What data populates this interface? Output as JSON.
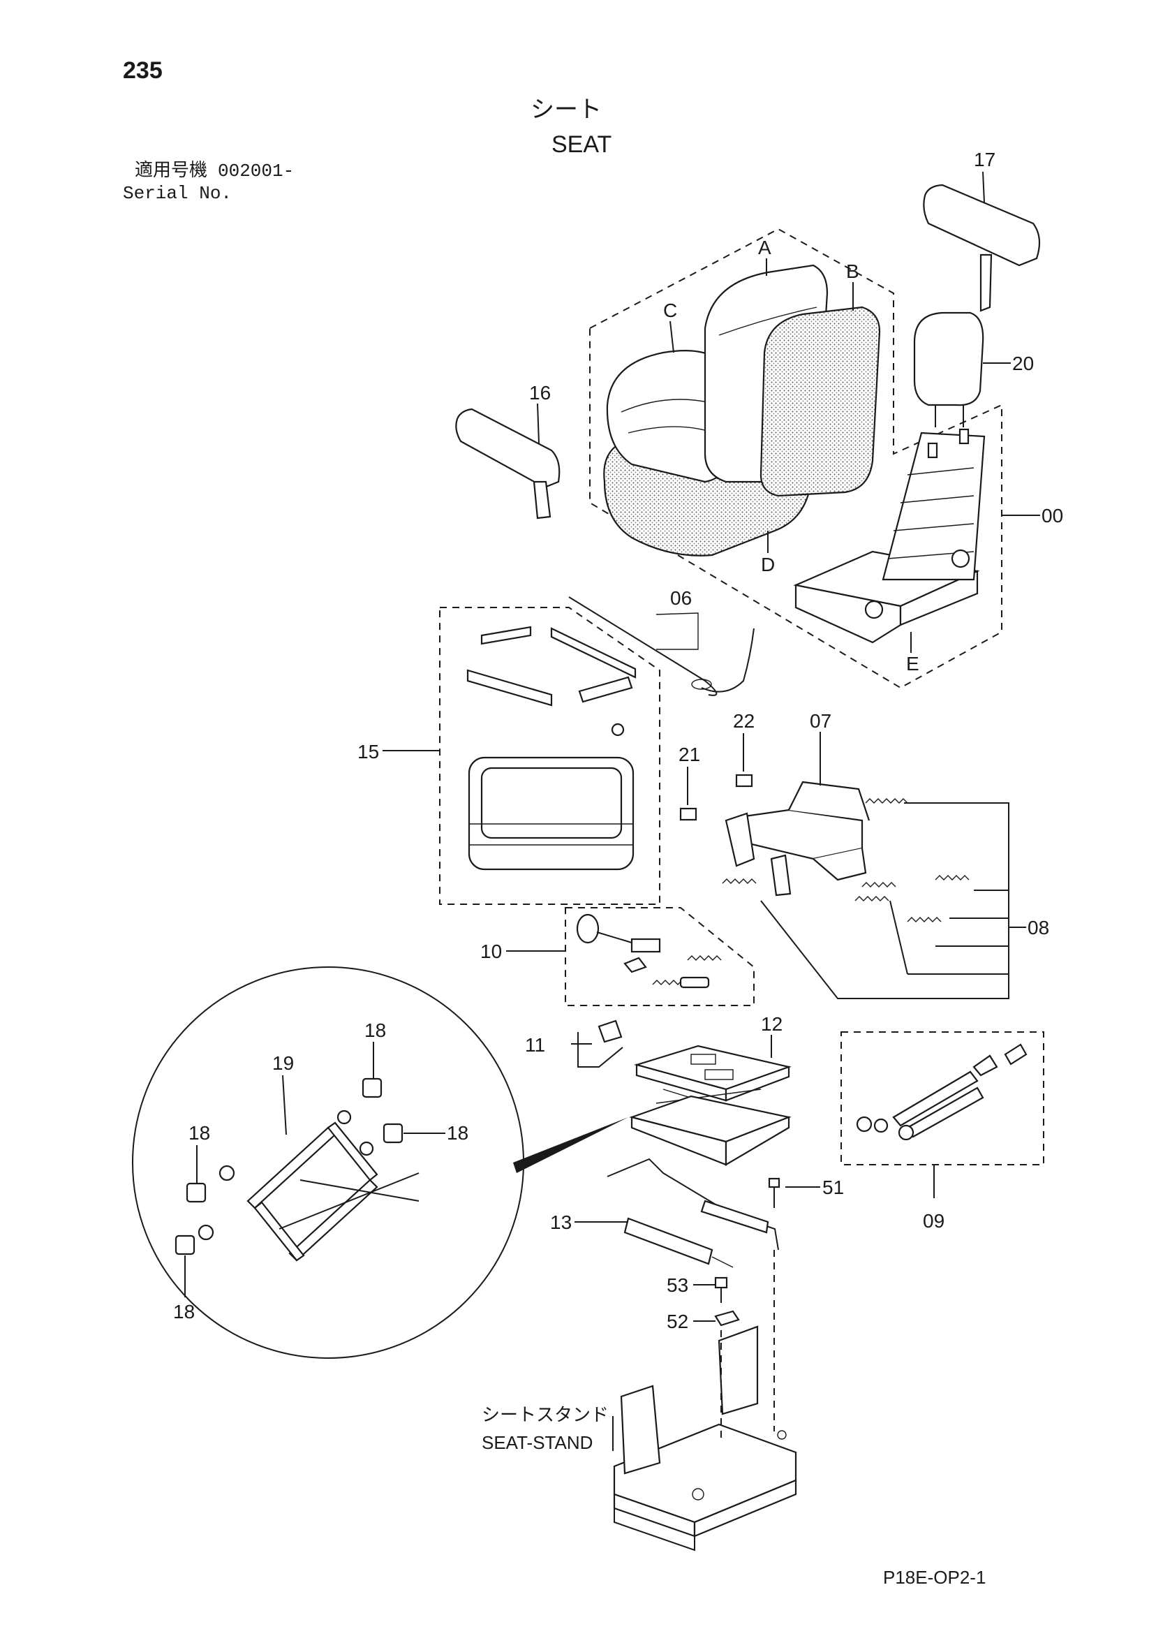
{
  "page_number": "235",
  "title_jp": "シート",
  "title_en": "SEAT",
  "serial": {
    "label_jp": "適用号機",
    "value": "002001-",
    "label_en": "Serial No."
  },
  "callouts": {
    "c17": "17",
    "c20": "20",
    "c16": "16",
    "c00": "00",
    "cA": "A",
    "cB": "B",
    "cC": "C",
    "cD": "D",
    "cE": "E",
    "c06": "06",
    "c15": "15",
    "c22": "22",
    "c07": "07",
    "c21": "21",
    "c08": "08",
    "c10": "10",
    "c11": "11",
    "c12": "12",
    "c18a": "18",
    "c18b": "18",
    "c18c": "18",
    "c18d": "18",
    "c19": "19",
    "c09": "09",
    "c51": "51",
    "c13": "13",
    "c53": "53",
    "c52": "52"
  },
  "seat_stand": {
    "label_jp": "シートスタンド",
    "label_en": "SEAT-STAND"
  },
  "drawing_code": "P18E-OP2-1"
}
